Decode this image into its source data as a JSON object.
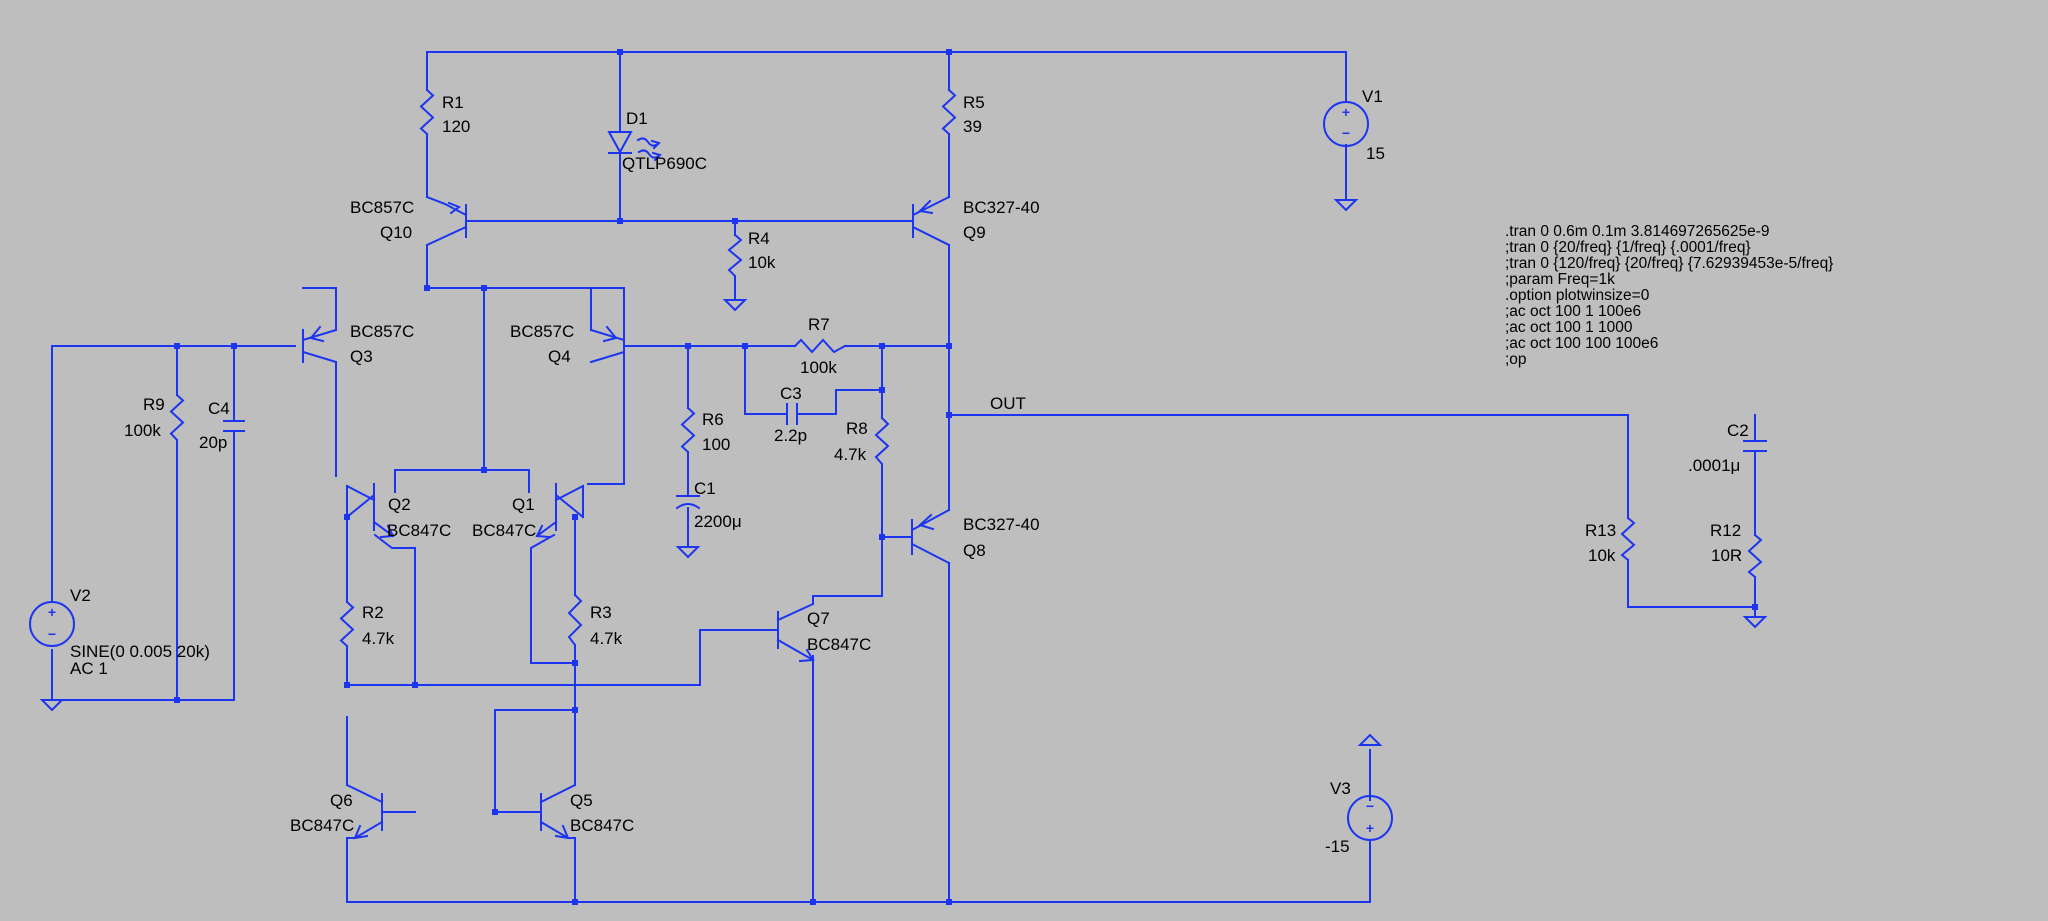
{
  "components": {
    "R1": {
      "ref": "R1",
      "value": "120"
    },
    "R2": {
      "ref": "R2",
      "value": "4.7k"
    },
    "R3": {
      "ref": "R3",
      "value": "4.7k"
    },
    "R4": {
      "ref": "R4",
      "value": "10k"
    },
    "R5": {
      "ref": "R5",
      "value": "39"
    },
    "R6": {
      "ref": "R6",
      "value": "100"
    },
    "R7": {
      "ref": "R7",
      "value": "100k"
    },
    "R8": {
      "ref": "R8",
      "value": "4.7k"
    },
    "R9": {
      "ref": "R9",
      "value": "100k"
    },
    "R12": {
      "ref": "R12",
      "value": "10R"
    },
    "R13": {
      "ref": "R13",
      "value": "10k"
    },
    "C1": {
      "ref": "C1",
      "value": "2200μ"
    },
    "C2": {
      "ref": "C2",
      "value": ".0001μ"
    },
    "C3": {
      "ref": "C3",
      "value": "2.2p"
    },
    "C4": {
      "ref": "C4",
      "value": "20p"
    },
    "D1": {
      "ref": "D1",
      "value": "QTLP690C"
    },
    "Q1": {
      "ref": "Q1",
      "value": "BC847C"
    },
    "Q2": {
      "ref": "Q2",
      "value": "BC847C"
    },
    "Q3": {
      "ref": "Q3",
      "value": "BC857C"
    },
    "Q4": {
      "ref": "Q4",
      "value": "BC857C"
    },
    "Q5": {
      "ref": "Q5",
      "value": "BC847C"
    },
    "Q6": {
      "ref": "Q6",
      "value": "BC847C"
    },
    "Q7": {
      "ref": "Q7",
      "value": "BC847C"
    },
    "Q8": {
      "ref": "Q8",
      "value": "BC327-40"
    },
    "Q9": {
      "ref": "Q9",
      "value": "BC327-40"
    },
    "Q10": {
      "ref": "Q10",
      "value": "BC857C"
    },
    "V1": {
      "ref": "V1",
      "value": "15"
    },
    "V2": {
      "ref": "V2",
      "value": "SINE(0 0.005 20k)",
      "ac": "AC 1"
    },
    "V3": {
      "ref": "V3",
      "value": "-15"
    }
  },
  "nets": {
    "out": "OUT"
  },
  "symbols": {
    "plus": "+",
    "minus": "−"
  },
  "directives": [
    ".tran 0 0.6m 0.1m 3.814697265625e-9",
    ";tran 0 {20/freq} {1/freq} {.0001/freq}",
    ";tran 0 {120/freq} {20/freq} {7.62939453e-5/freq}",
    ";param Freq=1k",
    ".option plotwinsize=0",
    ";ac oct 100 1 100e6",
    ";ac oct 100 1 1000",
    ";ac oct 100 100 100e6",
    ";op"
  ]
}
